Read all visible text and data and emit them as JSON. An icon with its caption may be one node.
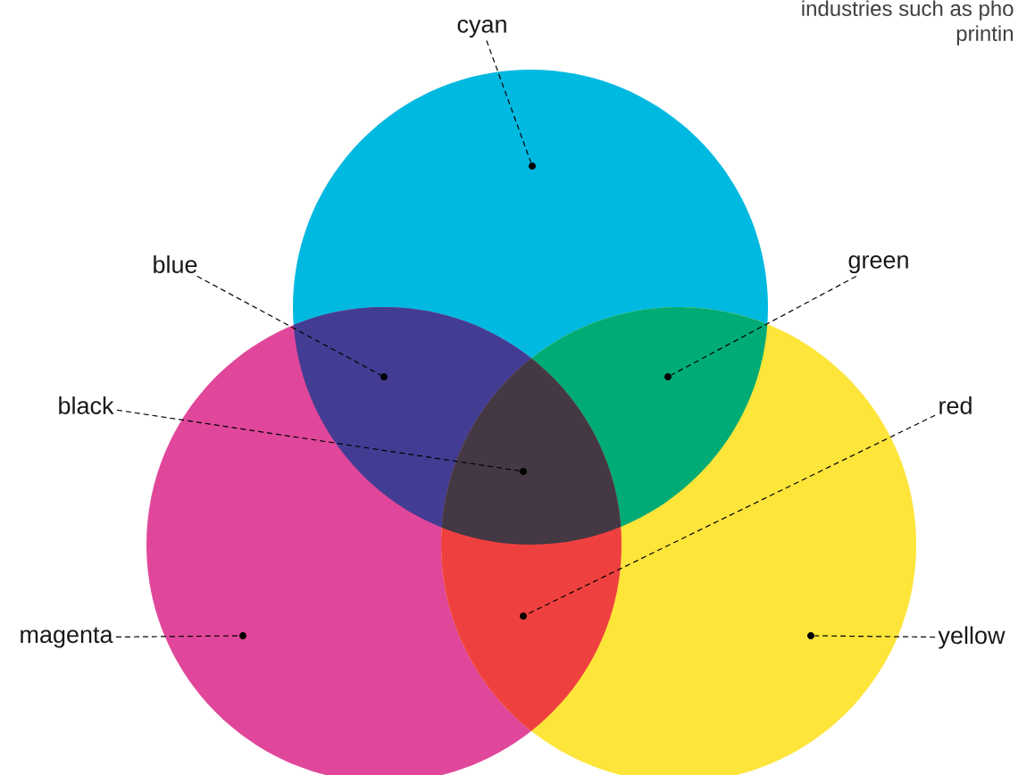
{
  "diagram": {
    "nodes": [
      {
        "text": [
          "cyan"
        ]
      },
      {
        "text": [
          "blue"
        ]
      },
      {
        "text": [
          "green"
        ]
      },
      {
        "text": [
          "black"
        ]
      },
      {
        "text": [
          "red"
        ]
      },
      {
        "text": [
          "magenta"
        ]
      },
      {
        "text": [
          "yellow"
        ]
      },
      {
        "text": [],
        "shape": "circle"
      },
      {
        "text": [],
        "shape": "circle"
      },
      {
        "text": [],
        "shape": "circle"
      },
      {
        "text": [],
        "shape": "circle"
      },
      {
        "text": [],
        "shape": "circle"
      },
      {
        "text": [],
        "shape": "circle"
      },
      {
        "text": [],
        "shape": "circle"
      }
    ],
    "edges": [
      {
        "from": 0,
        "to": 7,
        "arrow": "none",
        "style": "dashed"
      },
      {
        "from": 1,
        "to": 8,
        "arrow": "none",
        "style": "dashed"
      },
      {
        "from": 2,
        "to": 10,
        "arrow": "none",
        "style": "dashed"
      },
      {
        "from": 3,
        "to": 9,
        "arrow": "none",
        "style": "dashed"
      },
      {
        "from": 4,
        "to": 11,
        "arrow": "none",
        "style": "dashed"
      },
      {
        "from": 5,
        "to": 12,
        "arrow": "none",
        "style": "dashed"
      },
      {
        "from": 6,
        "to": 13,
        "arrow": "none",
        "style": "dashed"
      }
    ],
    "labels": [
      "industries such as pho",
      "printin"
    ]
  }
}
